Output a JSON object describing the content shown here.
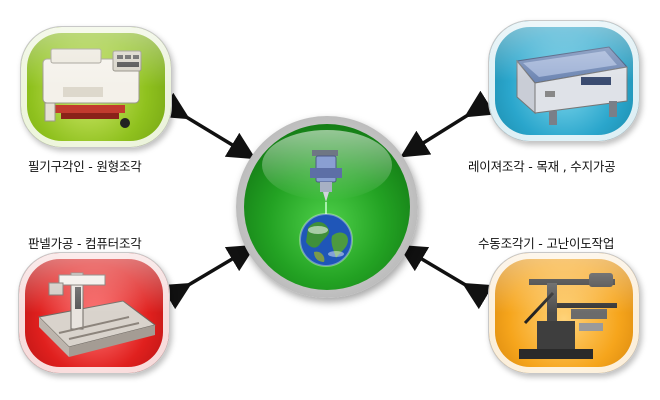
{
  "captions": {
    "top_left": "필기구각인 - 원형조각",
    "top_right": "레이져조각 - 목재 , 수지가공",
    "bottom_left": "판넬가공 - 컴퓨터조각",
    "bottom_right": "수동조각기 - 고난이도작업"
  },
  "colors": {
    "top_left_tile": "#8fc11e",
    "top_right_tile": "#2aa6cc",
    "bottom_left_tile": "#e0201e",
    "bottom_right_tile": "#f6a51c",
    "center": "#23a223"
  },
  "icons": {
    "center": "engraving-spindle-over-globe-icon",
    "top_left": "pen-engraving-machine-icon",
    "top_right": "laser-engraver-icon",
    "bottom_left": "cnc-panel-router-icon",
    "bottom_right": "manual-pantograph-engraver-icon"
  }
}
